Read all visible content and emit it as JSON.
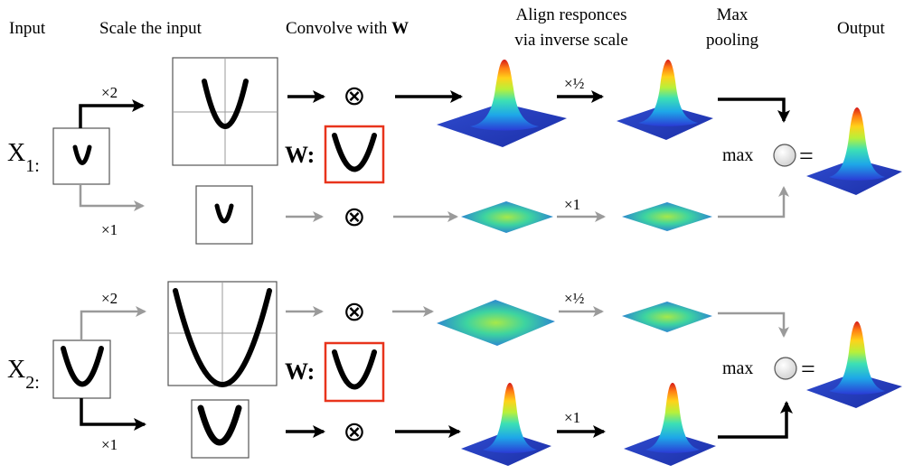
{
  "headers": {
    "input": "Input",
    "scale": "Scale the input",
    "convolve_prefix": "Convolve with ",
    "convolve_w": "W",
    "align_line1": "Align responces",
    "align_line2": "via inverse scale",
    "max_line1": "Max",
    "max_line2": "pooling",
    "output": "Output"
  },
  "rows": [
    {
      "input_main": "X",
      "input_sub": "1:",
      "up_scale": "×2",
      "down_scale": "×1",
      "kernel_label": "W:",
      "up_inverse": "×½",
      "down_inverse": "×1",
      "max_label": "max",
      "equals": "="
    },
    {
      "input_main": "X",
      "input_sub": "2:",
      "up_scale": "×2",
      "down_scale": "×1",
      "kernel_label": "W:",
      "up_inverse": "×½",
      "down_inverse": "×1",
      "max_label": "max",
      "equals": "="
    }
  ],
  "operator_symbol": "⊗",
  "colors": {
    "active_arrow": "#000000",
    "inactive_arrow": "#9a9a9a",
    "kernel_border": "#e8341c",
    "box_border": "#555555",
    "grid_line": "#9a9a9a"
  }
}
